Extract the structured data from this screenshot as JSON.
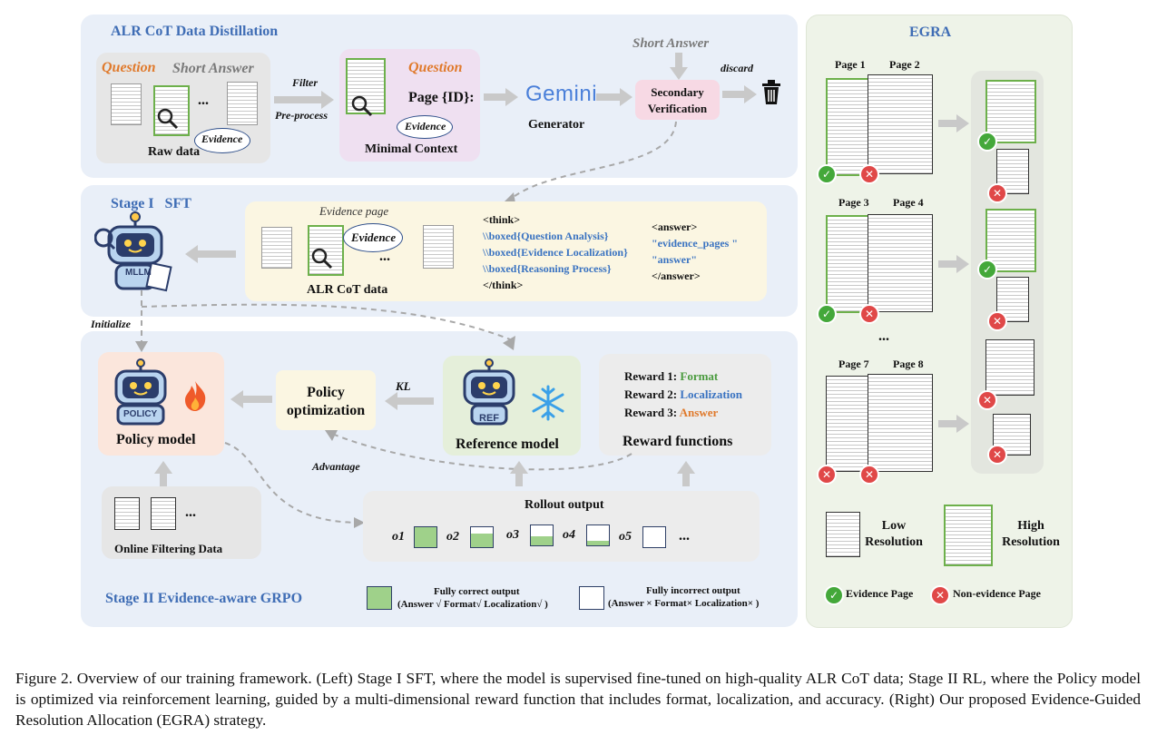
{
  "distill": {
    "title": "ALR CoT Data Distillation",
    "question": "Question",
    "short_answer": "Short Answer",
    "ellipsis": "...",
    "evidence": "Evidence",
    "raw_data": "Raw data",
    "filter": "Filter",
    "preprocess": "Pre-process",
    "question2": "Question",
    "page_id": "Page {ID}:",
    "evidence2": "Evidence",
    "minimal_context": "Minimal Context",
    "gemini": "Gemini",
    "generator": "Generator",
    "short_answer_top": "Short Answer",
    "secondary_verification": "Secondary Verification",
    "discard": "discard"
  },
  "sft": {
    "title": "Stage I   SFT",
    "evidence_page": "Evidence page",
    "evidence": "Evidence",
    "ellipsis": "...",
    "alr_cot_data": "ALR CoT data",
    "mllm": "MLLM",
    "think_open": "<think>",
    "boxed1": "\\\\boxed{Question Analysis}",
    "boxed2": "\\\\boxed{Evidence Localization}",
    "boxed3": "\\\\boxed{Reasoning Process}",
    "think_close": "</think>",
    "answer_open": "<answer>",
    "evidence_pages": "\"evidence_pages \"",
    "answer_str": "\"answer\"",
    "answer_close": "</answer>",
    "initialize": "Initialize"
  },
  "grpo": {
    "title": "Stage II Evidence-aware GRPO",
    "policy_model": "Policy model",
    "policy_badge": "POLICY",
    "policy_opt": "Policy optimization",
    "kl": "KL",
    "ref_model": "Reference model",
    "ref_badge": "REF",
    "reward1_label": "Reward 1: ",
    "reward1_value": "Format",
    "reward2_label": "Reward 2: ",
    "reward2_value": "Localization",
    "reward3_label": "Reward 3: ",
    "reward3_value": "Answer",
    "reward_functions": "Reward functions",
    "advantage": "Advantage",
    "online_filtering": "Online Filtering Data",
    "ellipsis": "...",
    "rollout_output": "Rollout output",
    "o1": "o1",
    "o2": "o2",
    "o3": "o3",
    "o4": "o4",
    "o5": "o5",
    "rollout_ellipsis": "...",
    "rollout_fill": [
      1.0,
      0.7,
      0.45,
      0.25,
      0.0
    ],
    "fully_correct": "Fully correct output",
    "fully_correct_detail": "(Answer √  Format√ Localization√ )",
    "fully_incorrect": "Fully incorrect output",
    "fully_incorrect_detail": "(Answer ×  Format× Localization× )"
  },
  "egra": {
    "title": "EGRA",
    "page1": "Page 1",
    "page2": "Page 2",
    "page3": "Page 3",
    "page4": "Page 4",
    "page7": "Page 7",
    "page8": "Page 8",
    "ellipsis": "...",
    "low": "Low Resolution",
    "high": "High Resolution",
    "evidence_page": "Evidence Page",
    "non_evidence_page": "Non-evidence Page"
  },
  "caption": "Figure 2.  Overview of our training framework.  (Left) Stage I SFT, where the model is supervised fine-tuned on high-quality ALR CoT data; Stage II RL, where the Policy model is optimized via reinforcement learning, guided by a multi-dimensional reward function that includes format, localization, and accuracy. (Right) Our proposed Evidence-Guided Resolution Allocation (EGRA) strategy.",
  "colors": {
    "panel_blue": "#e9eff8",
    "panel_green": "#eef3e8",
    "title_blue": "#3f6db5",
    "orange": "#e07a2c",
    "green_check": "#44a83a",
    "red_cross": "#e04848"
  }
}
